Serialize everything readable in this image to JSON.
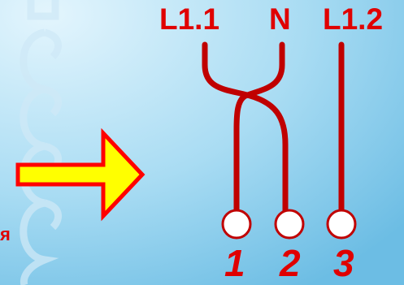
{
  "colors": {
    "background_light": "#d9f0fb",
    "background_dark": "#7fc6e8",
    "wire": "#c00000",
    "label_red": "#e00000",
    "arrow_fill": "#ffff00",
    "arrow_stroke": "#ff0000",
    "terminal_fill": "#ffffff"
  },
  "top_labels": {
    "l1_1": "L1.1",
    "n": "N",
    "l1_2": "L1.2"
  },
  "bottom_labels": {
    "t1": "1",
    "t2": "2",
    "t3": "3"
  },
  "side_text": "я"
}
